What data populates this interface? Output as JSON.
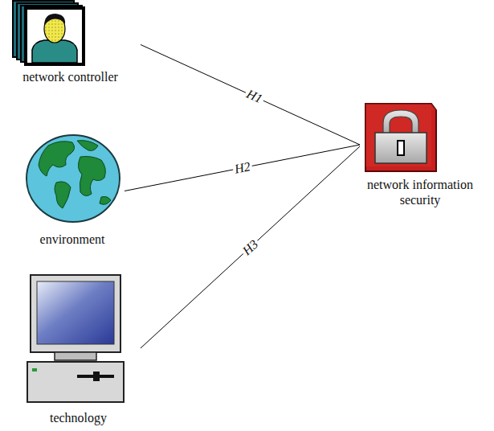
{
  "diagram": {
    "nodes": [
      {
        "text": [
          "network controller"
        ]
      },
      {
        "text": [
          "environment"
        ]
      },
      {
        "text": [
          "technology"
        ]
      },
      {
        "text": [
          "network information security"
        ]
      }
    ],
    "edges": [
      {
        "from": 0,
        "to": 3,
        "arrow": "none",
        "label": "H1"
      },
      {
        "from": 1,
        "to": 3,
        "arrow": "none",
        "label": "H2"
      },
      {
        "from": 2,
        "to": 3,
        "arrow": "none",
        "label": "H3"
      }
    ]
  }
}
